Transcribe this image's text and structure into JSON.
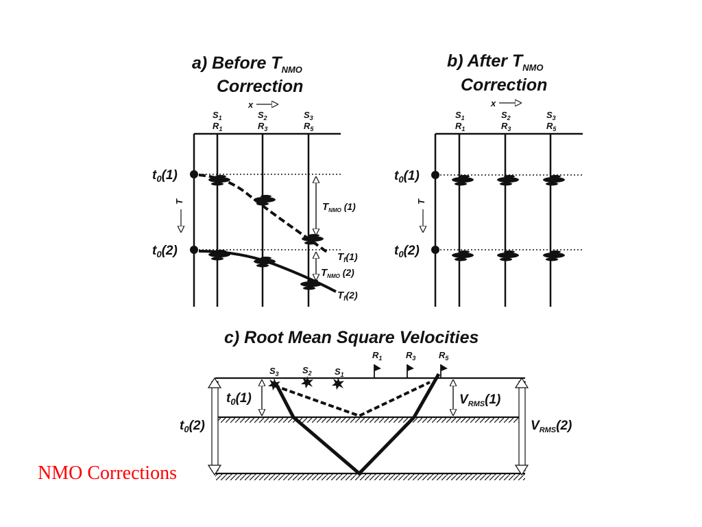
{
  "caption": "NMO Corrections",
  "colors": {
    "caption": "#ff0000",
    "ink": "#111111"
  },
  "panel_a": {
    "title_main": "a) Before T",
    "title_sub": "NMO",
    "title_line2": "Correction",
    "x_axis": "x",
    "t_axis": "T",
    "station_tops": [
      "S",
      "S",
      "S"
    ],
    "station_top_subs": [
      "1",
      "2",
      "3"
    ],
    "station_bottoms": [
      "R",
      "R",
      "R"
    ],
    "station_bottom_subs": [
      "1",
      "3",
      "5"
    ],
    "t0_1_main": "t",
    "t0_1_sub": "0",
    "t0_1_tail": "(1)",
    "t0_2_main": "t",
    "t0_2_sub": "0",
    "t0_2_tail": "(2)",
    "tnmo1_main": "T",
    "tnmo1_sub": "NMO",
    "tnmo1_tail": " (1)",
    "tnmo2_main": "T",
    "tnmo2_sub": "NMO",
    "tnmo2_tail": " (2)",
    "tf1_main": "T",
    "tf1_sub": "f",
    "tf1_tail": "(1)",
    "tf2_main": "T",
    "tf2_sub": "f",
    "tf2_tail": "(2)"
  },
  "panel_b": {
    "title_main": "b) After T",
    "title_sub": "NMO",
    "title_line2": "Correction",
    "x_axis": "x",
    "t_axis": "T",
    "station_tops": [
      "S",
      "S",
      "S"
    ],
    "station_top_subs": [
      "1",
      "2",
      "3"
    ],
    "station_bottoms": [
      "R",
      "R",
      "R"
    ],
    "station_bottom_subs": [
      "1",
      "3",
      "5"
    ],
    "t0_1_main": "t",
    "t0_1_sub": "0",
    "t0_1_tail": "(1)",
    "t0_2_main": "t",
    "t0_2_sub": "0",
    "t0_2_tail": "(2)"
  },
  "panel_c": {
    "title": "c) Root Mean Square Velocities",
    "sources": [
      "S",
      "S",
      "S"
    ],
    "source_subs": [
      "3",
      "2",
      "1"
    ],
    "receivers": [
      "R",
      "R",
      "R"
    ],
    "receiver_subs": [
      "1",
      "3",
      "5"
    ],
    "t0_1_main": "t",
    "t0_1_sub": "0",
    "t0_1_tail": "(1)",
    "t0_2_main": "t",
    "t0_2_sub": "0",
    "t0_2_tail": "(2)",
    "vrms1_main": "V",
    "vrms1_sub": "RMS",
    "vrms1_tail": "(1)",
    "vrms2_main": "V",
    "vrms2_sub": "RMS",
    "vrms2_tail": "(2)"
  }
}
